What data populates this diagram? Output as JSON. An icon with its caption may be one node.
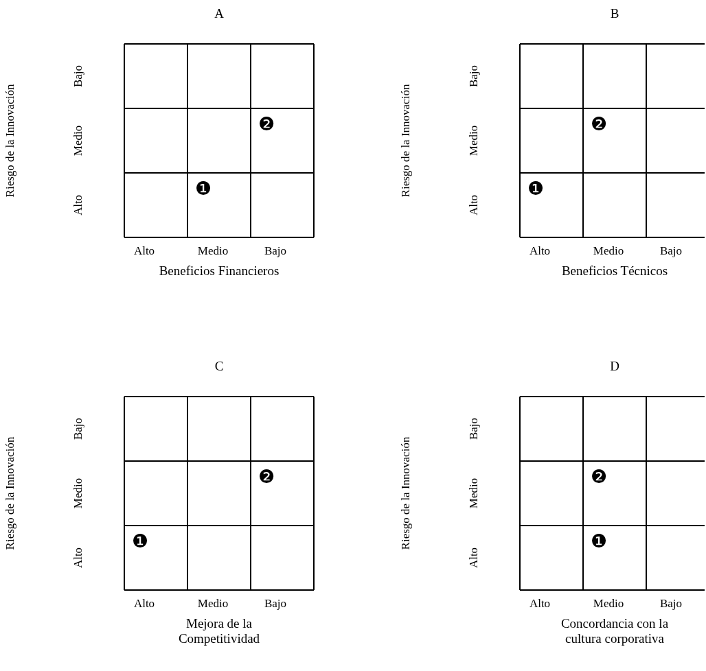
{
  "diagram": {
    "labels": [
      "A",
      "Riesgo de la Innovación",
      "Bajo",
      "Medio",
      "Alto",
      "❷",
      "❶",
      "Alto",
      "Medio",
      "Bajo",
      "Beneficios Financieros",
      "B",
      "Riesgo de la Innovación",
      "Bajo",
      "Medio",
      "Alto",
      "❷",
      "❶",
      "Alto",
      "Medio",
      "Bajo",
      "Beneficios Técnicos",
      "C",
      "Riesgo de la Innovación",
      "Bajo",
      "Medio",
      "Alto",
      "❷",
      "❶",
      "Alto",
      "Medio",
      "Bajo",
      "Mejora de la Competitividad",
      "D",
      "Riesgo de la Innovación",
      "Bajo",
      "Medio",
      "Alto",
      "❷",
      "❶",
      "Alto",
      "Medio",
      "Bajo",
      "Concordancia con la cultura corporativa"
    ]
  }
}
